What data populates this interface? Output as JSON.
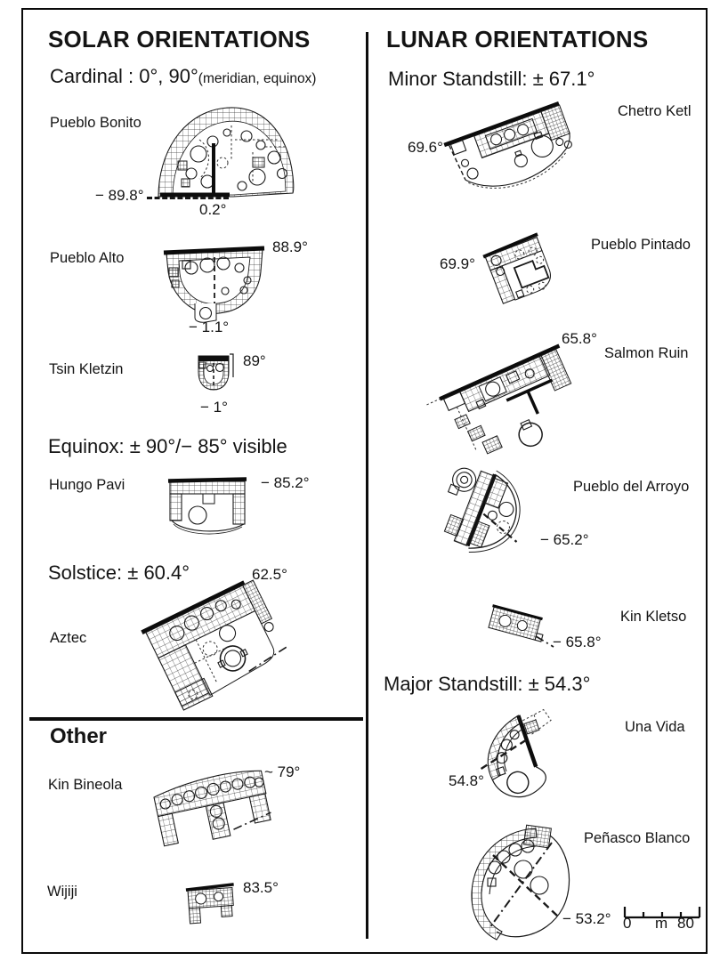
{
  "solar": {
    "title": "SOLAR ORIENTATIONS",
    "cardinal_label": "Cardinal : 0°, 90°",
    "cardinal_note": "(meridian, equinox)",
    "equinox_label": "Equinox: ± 90°/− 85° visible",
    "solstice_label": "Solstice: ± 60.4°",
    "other_label": "Other",
    "sites": {
      "pueblo_bonito": {
        "name": "Pueblo Bonito",
        "west_wall_azimuth": "− 89.8°",
        "meridian_wall_azimuth": "0.2°"
      },
      "pueblo_alto": {
        "name": "Pueblo Alto",
        "front_wall_azimuth": "88.9°",
        "midline_azimuth": "− 1.1°"
      },
      "tsin_kletzin": {
        "name": "Tsin Kletzin",
        "front_wall_azimuth": "89°",
        "midline_azimuth": "− 1°"
      },
      "hungo_pavi": {
        "name": "Hungo Pavi",
        "azimuth": "− 85.2°"
      },
      "aztec": {
        "name": "Aztec",
        "azimuth": "62.5°"
      },
      "kin_bineola": {
        "name": "Kin Bineola",
        "azimuth": "~ 79°"
      },
      "wijiji": {
        "name": "Wijiji",
        "azimuth": "83.5°"
      }
    }
  },
  "lunar": {
    "title": "LUNAR ORIENTATIONS",
    "minor_label": "Minor Standstill: ± 67.1°",
    "major_label": "Major Standstill: ± 54.3°",
    "sites": {
      "chetro_ketl": {
        "name": "Chetro Ketl",
        "azimuth": "69.6°"
      },
      "pueblo_pintado": {
        "name": "Pueblo Pintado",
        "azimuth": "69.9°"
      },
      "salmon_ruin": {
        "name": "Salmon Ruin",
        "azimuth": "65.8°"
      },
      "pueblo_del_arroyo": {
        "name": "Pueblo del Arroyo",
        "azimuth": "− 65.2°"
      },
      "kin_kletso": {
        "name": "Kin Kletso",
        "azimuth": "− 65.8°"
      },
      "una_vida": {
        "name": "Una Vida",
        "azimuth": "54.8°"
      },
      "penasco_blanco": {
        "name": "Peñasco Blanco",
        "azimuth": "− 53.2°"
      }
    }
  },
  "scale_bar": {
    "start": "0",
    "unit": "m",
    "end": "80"
  },
  "colors": {
    "ink": "#141414",
    "paper": "#ffffff"
  }
}
